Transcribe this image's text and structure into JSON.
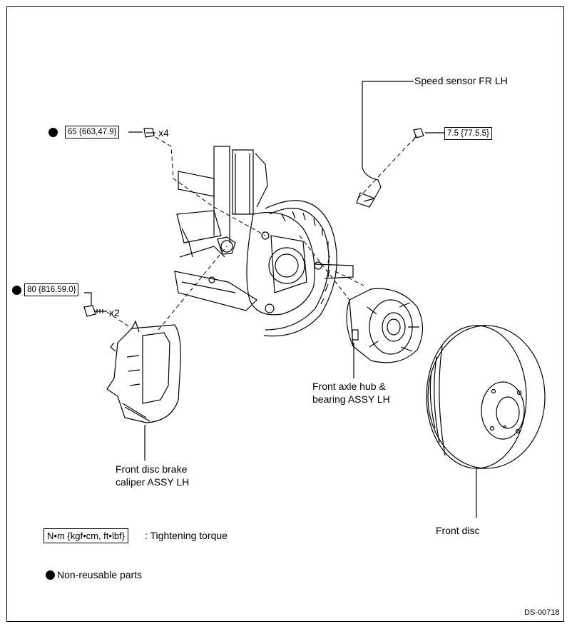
{
  "labels": {
    "speed_sensor": "Speed sensor FR LH",
    "caliper_line1": "Front disc brake",
    "caliper_line2": "caliper ASSY LH",
    "hub_line1": "Front axle hub &",
    "hub_line2": "bearing ASSY LH",
    "front_disc": "Front disc"
  },
  "torques": {
    "knuckle_bolt": "65 {663,47.9}",
    "caliper_bolt": "80 {816,59.0}",
    "sensor_bolt": "7.5 {77,5.5}"
  },
  "quantities": {
    "knuckle_bolt": "x4",
    "caliper_bolt": "x2"
  },
  "legend": {
    "torque_box": "N•m {kgf•cm, ft•lbf}",
    "torque_text": ": Tightening torque",
    "nonreusable_text": "Non-reusable parts"
  },
  "figure_id": "DS-00718"
}
